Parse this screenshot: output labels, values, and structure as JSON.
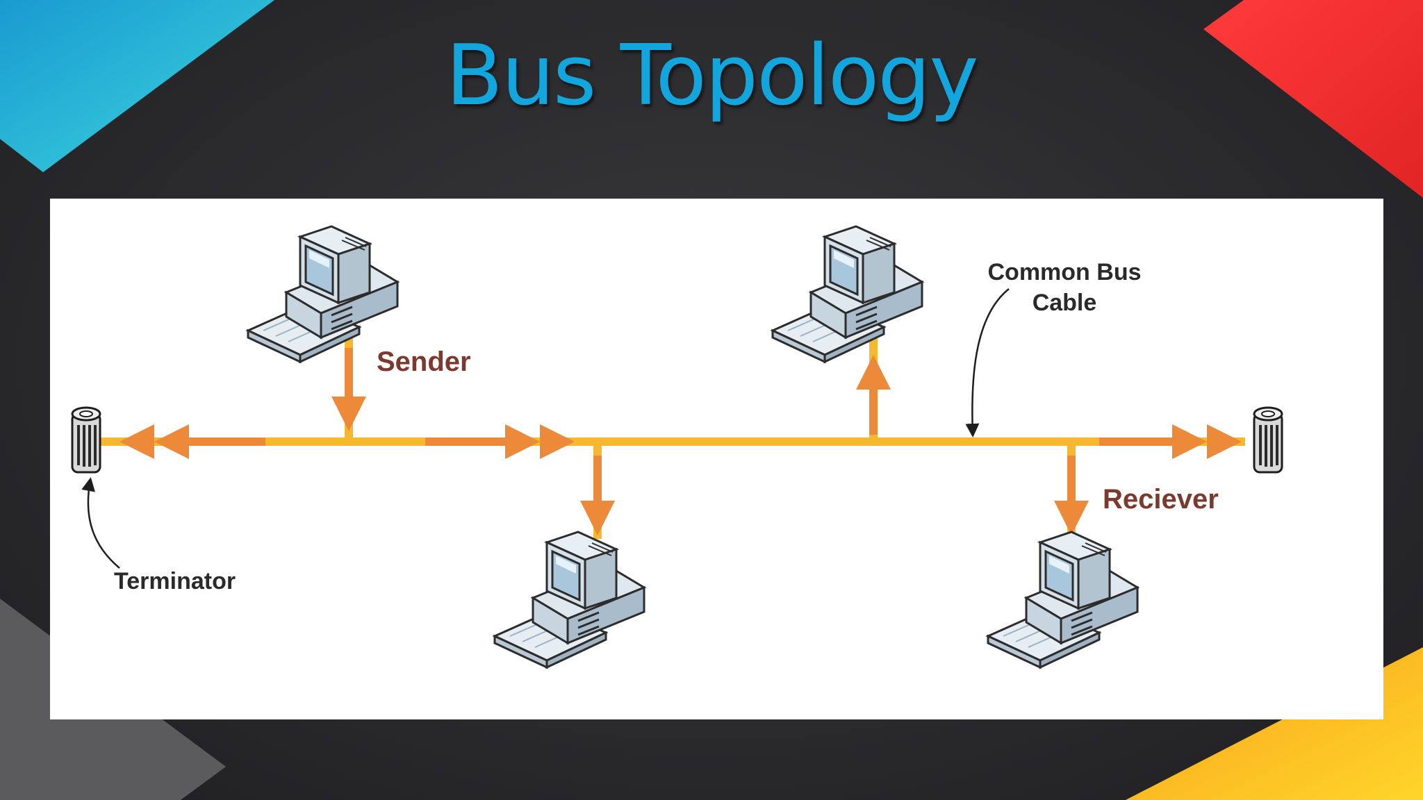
{
  "slide": {
    "title": "Bus Topology"
  },
  "diagram": {
    "labels": {
      "sender": "Sender",
      "receiver": "Reciever",
      "terminator": "Terminator",
      "cable_line1": "Common Bus",
      "cable_line2": "Cable"
    },
    "nodes": [
      "sender-computer",
      "top-right-computer",
      "bottom-left-computer",
      "receiver-computer"
    ],
    "colors": {
      "cable": "#f5b82e",
      "arrow": "#ec8a3a",
      "title": "#12a6de",
      "accent_teal": "#2ec8d8",
      "accent_red": "#ee2e2e",
      "accent_yellow": "#f8c51e"
    }
  }
}
